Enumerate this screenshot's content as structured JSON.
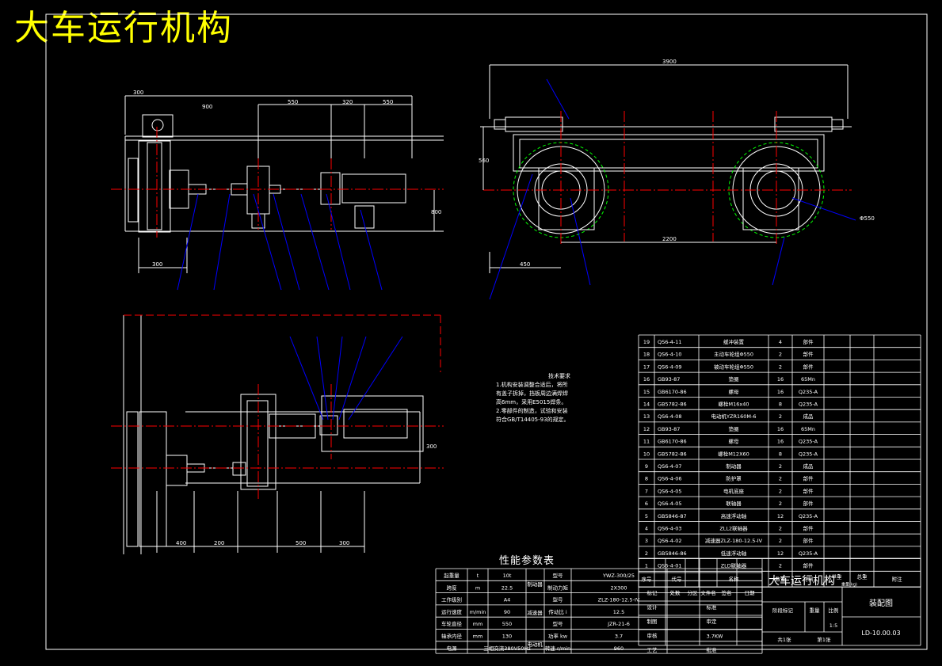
{
  "drawing_title": "大车运行机构",
  "dims_side": [
    "300",
    "900",
    "550",
    "320",
    "550",
    "300"
  ],
  "dims_side_v": [
    "800"
  ],
  "dims_plan": [
    "400",
    "200",
    "500",
    "300"
  ],
  "dims_plan_v": [
    "300"
  ],
  "dims_end": [
    "3900",
    "2200",
    "450"
  ],
  "dims_end_v": [
    "560"
  ],
  "dim_diameter": "Φ550",
  "tech_req": {
    "title": "技术要求",
    "lines": [
      "1.机构安装调整合适后，将所",
      "有盖子拆掉，挡板周边满焊焊",
      "高6mm，采用E5015焊条。",
      "2.零部件的制造，试验和安装",
      "符合GB/T14405-93的规定。"
    ]
  },
  "bom": {
    "rows": [
      [
        "19",
        "QS6-4-11",
        "缓冲装置",
        "4",
        "部件"
      ],
      [
        "18",
        "QS6-4-10",
        "主动车轮组Φ550",
        "2",
        "部件"
      ],
      [
        "17",
        "QS6-4-09",
        "被动车轮组Φ550",
        "2",
        "部件"
      ],
      [
        "16",
        "GB93-87",
        "垫圈",
        "16",
        "65Mn"
      ],
      [
        "15",
        "GB6170-86",
        "螺母",
        "16",
        "Q235-A"
      ],
      [
        "14",
        "GB5782-86",
        "螺栓M16x40",
        "8",
        "Q235-A"
      ],
      [
        "13",
        "QS6-4-08",
        "电动机YZR160M-6",
        "2",
        "成品"
      ],
      [
        "12",
        "GB93-87",
        "垫圈",
        "16",
        "65Mn"
      ],
      [
        "11",
        "GB6170-86",
        "螺母",
        "16",
        "Q235-A"
      ],
      [
        "10",
        "GB5782-86",
        "螺栓M12X60",
        "8",
        "Q235-A"
      ],
      [
        "9",
        "QS6-4-07",
        "制动器",
        "2",
        "成品"
      ],
      [
        "8",
        "QS6-4-06",
        "防护罩",
        "2",
        "部件"
      ],
      [
        "7",
        "QS6-4-05",
        "电机底座",
        "2",
        "部件"
      ],
      [
        "6",
        "QS6-4-05",
        "联轴器",
        "2",
        "部件"
      ],
      [
        "5",
        "GB5846-87",
        "高速浮动轴",
        "12",
        "Q235-A"
      ],
      [
        "4",
        "QS6-4-03",
        "ZLL2联轴器",
        "2",
        "部件"
      ],
      [
        "3",
        "QS6-4-02",
        "减速器ZLZ-180-12.5-IV",
        "2",
        "部件"
      ],
      [
        "2",
        "GB5846-86",
        "低速浮动轴",
        "12",
        "Q235-A"
      ],
      [
        "1",
        "QS6-4-01",
        "ZLD联轴器",
        "2",
        "部件"
      ]
    ],
    "header": [
      "序号",
      "代号",
      "名称",
      "数量",
      "材料",
      "单重",
      "总重",
      "附注"
    ],
    "header_sub": "重量(kg)"
  },
  "perf": {
    "title": "性能参数表",
    "left_rows": [
      [
        "起重量",
        "t",
        "10t"
      ],
      [
        "跨度",
        "m",
        "22.5"
      ],
      [
        "工作级别",
        "",
        "A4"
      ],
      [
        "运行速度",
        "m/min",
        "90"
      ],
      [
        "车轮直径",
        "mm",
        "550"
      ],
      [
        "轴承内径",
        "mm",
        "130"
      ],
      [
        "电源",
        "",
        "三相交流380V50Hz"
      ]
    ],
    "group_brake": "制动器",
    "brake_rows": [
      [
        "型号",
        "YWZ-300/25"
      ],
      [
        "制动力矩",
        "2X300"
      ]
    ],
    "group_reducer": "减速器",
    "reducer_rows": [
      [
        "型号",
        "ZLZ-180-12.5-IV"
      ],
      [
        "传动比 i",
        "12.5"
      ]
    ],
    "group_motor": "电动机",
    "motor_rows": [
      [
        "型号",
        "JZR-21-6"
      ],
      [
        "功率 kw",
        "3.7"
      ],
      [
        "转速 r/min",
        "960"
      ]
    ],
    "motor_power_extra": "3.7KW"
  },
  "titleblock": {
    "name": "大车运行机构",
    "drawing_type": "装配图",
    "code": "LD-10.00.03",
    "scale": "1:5",
    "rev_row": [
      "标记",
      "处数",
      "分区",
      "文件名",
      "签名",
      "日期"
    ],
    "roles": [
      "设计",
      "制图",
      "审核",
      "工艺"
    ],
    "roles_right": [
      "标准",
      "审定",
      "批准"
    ],
    "stage_labels": [
      "阶段标记",
      "重量",
      "比例"
    ],
    "sheets_total": "共1张",
    "sheet_no": "第1张"
  }
}
